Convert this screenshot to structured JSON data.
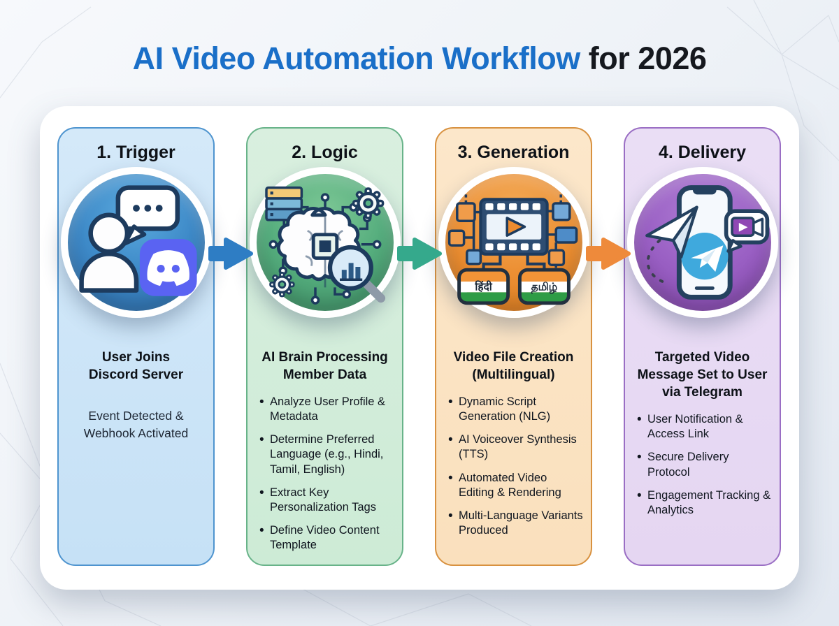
{
  "page": {
    "title_main": "AI Video Automation Workflow",
    "title_suffix": " for 2026",
    "title_main_color": "#1a6fc8",
    "title_suffix_color": "#15181e",
    "card_background": "#ffffff"
  },
  "columns": [
    {
      "header": "1. Trigger",
      "icon": "user-joins-discord-icon",
      "subtitle": "User Joins\nDiscord Server",
      "description": "Event Detected &\nWebhook Activated",
      "bullets": [],
      "accent_border": "#4e94cf",
      "panel_fill": "#cde6f8",
      "circle_color": "#3e8ac8"
    },
    {
      "header": "2. Logic",
      "icon": "ai-brain-processing-icon",
      "subtitle": "AI Brain Processing\nMember Data",
      "description": "",
      "bullets": [
        "Analyze User Profile & Metadata",
        "Determine Preferred Language (e.g., Hindi, Tamil, English)",
        "Extract Key Personalization Tags",
        "Define Video Content Template"
      ],
      "accent_border": "#68b389",
      "panel_fill": "#d6eedd",
      "circle_color": "#55ad7d"
    },
    {
      "header": "3. Generation",
      "icon": "multilingual-video-creation-icon",
      "subtitle": "Video File Creation\n(Multilingual)",
      "description": "",
      "bullets": [
        "Dynamic Script Generation (NLG)",
        "AI Voiceover Synthesis (TTS)",
        "Automated Video Editing & Rendering",
        "Multi-Language Variants Produced"
      ],
      "flags": {
        "hindi": "हिंदी",
        "tamil": "தமிழ்"
      },
      "accent_border": "#d8913f",
      "panel_fill": "#fbe5c8",
      "circle_color": "#ec8f33"
    },
    {
      "header": "4. Delivery",
      "icon": "telegram-video-delivery-icon",
      "subtitle": "Targeted Video\nMessage Set to User\nvia Telegram",
      "description": "",
      "bullets": [
        "User Notification & Access Link",
        "Secure Delivery Protocol",
        "Engagement Tracking & Analytics"
      ],
      "accent_border": "#9a6ec4",
      "panel_fill": "#e8daf4",
      "circle_color": "#9a60c4"
    }
  ],
  "arrows": [
    {
      "name": "trigger-to-logic",
      "color": "#2e7dc4"
    },
    {
      "name": "logic-to-generation",
      "color": "#35a98c"
    },
    {
      "name": "generation-to-delivery",
      "color": "#ee8a3b"
    }
  ]
}
